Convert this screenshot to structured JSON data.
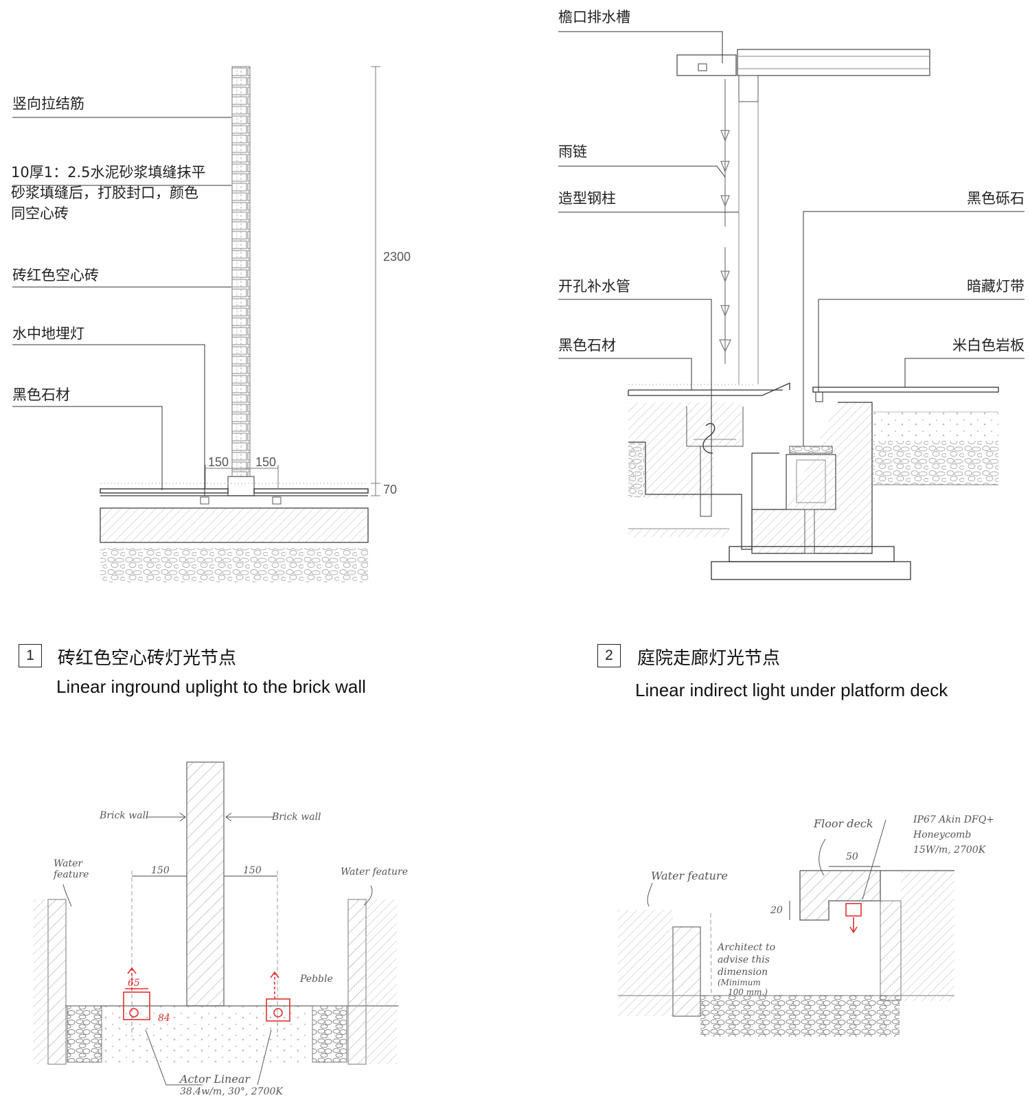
{
  "detail1": {
    "number": "1",
    "title_cn": "砖红色空心砖灯光节点",
    "title_en": "Linear inground uplight to the brick wall",
    "labels": [
      "竖向拉结筋",
      "10厚1：2.5水泥砂浆填缝抹平",
      "砂浆填缝后，打胶封口，颜色",
      "同空心砖",
      "砖红色空心砖",
      "水中地埋灯",
      "黑色石材"
    ],
    "dims": {
      "height": "2300",
      "base": "70",
      "left": "150",
      "right": "150"
    }
  },
  "detail2": {
    "number": "2",
    "title_cn": "庭院走廊灯光节点",
    "title_en": "Linear indirect light under platform deck",
    "labels_left": [
      "檐口排水槽",
      "雨链",
      "造型钢柱",
      "开孔补水管",
      "黑色石材"
    ],
    "labels_right": [
      "黑色砾石",
      "暗藏灯带",
      "米白色岩板"
    ]
  },
  "sketch1": {
    "brick_left": "Brick wall",
    "brick_right": "Brick wall",
    "water_left_1": "Water",
    "water_left_2": "feature",
    "water_right": "Water feature",
    "dim_left": "150",
    "dim_right": "150",
    "dim_65": "65",
    "dim_84": "84",
    "pebble": "Pebble",
    "fixture": "Actor Linear",
    "fixture_spec": "38.4w/m, 30°, 2700K"
  },
  "sketch2": {
    "floor_deck": "Floor deck",
    "spec_1": "IP67 Akin DFQ+",
    "spec_2": "Honeycomb",
    "spec_3": "15W/m, 2700K",
    "dim_50": "50",
    "dim_20": "20",
    "water": "Water feature",
    "note_1": "Architect to",
    "note_2": "advise this",
    "note_3": "dimension",
    "note_4": "(Minimum",
    "note_5": "100 mm.)"
  }
}
